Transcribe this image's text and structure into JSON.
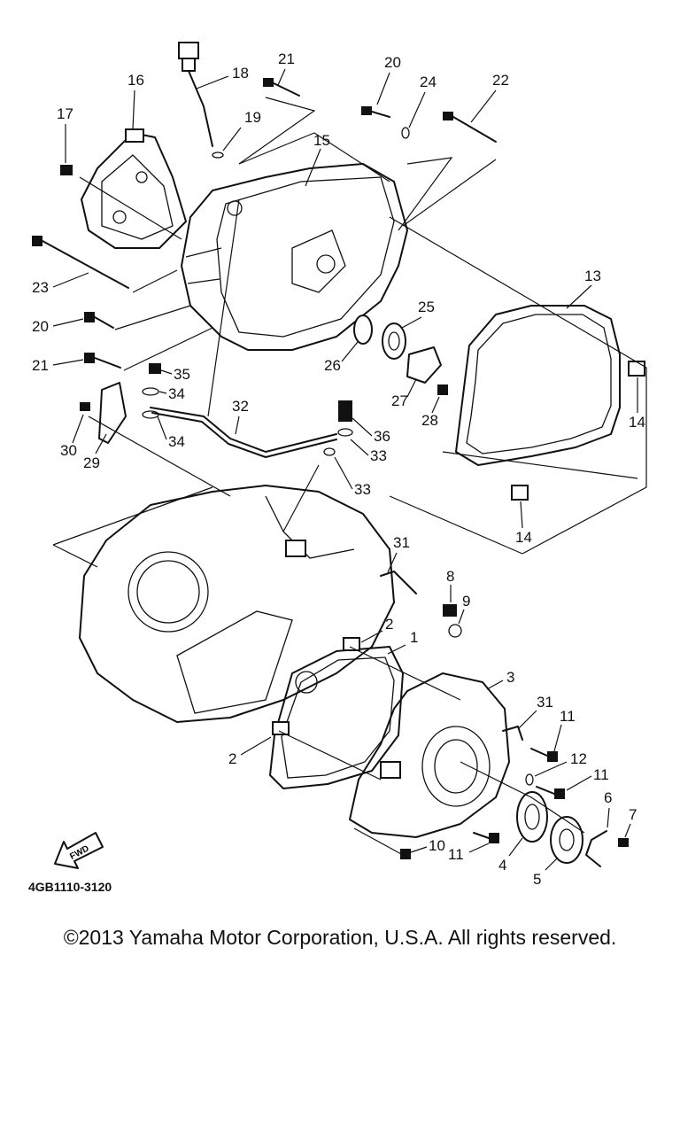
{
  "diagram": {
    "code": "4GB1110-3120",
    "fwd_label": "FWD",
    "callouts": [
      "1",
      "2",
      "2",
      "3",
      "4",
      "5",
      "6",
      "7",
      "8",
      "9",
      "10",
      "11",
      "11",
      "11",
      "12",
      "13",
      "14",
      "14",
      "15",
      "16",
      "17",
      "18",
      "19",
      "20",
      "20",
      "21",
      "21",
      "22",
      "23",
      "24",
      "25",
      "26",
      "27",
      "28",
      "29",
      "30",
      "31",
      "31",
      "32",
      "33",
      "33",
      "34",
      "34",
      "35",
      "36"
    ]
  },
  "footer": {
    "copyright": "©2013 Yamaha Motor Corporation, U.S.A. All rights reserved."
  }
}
